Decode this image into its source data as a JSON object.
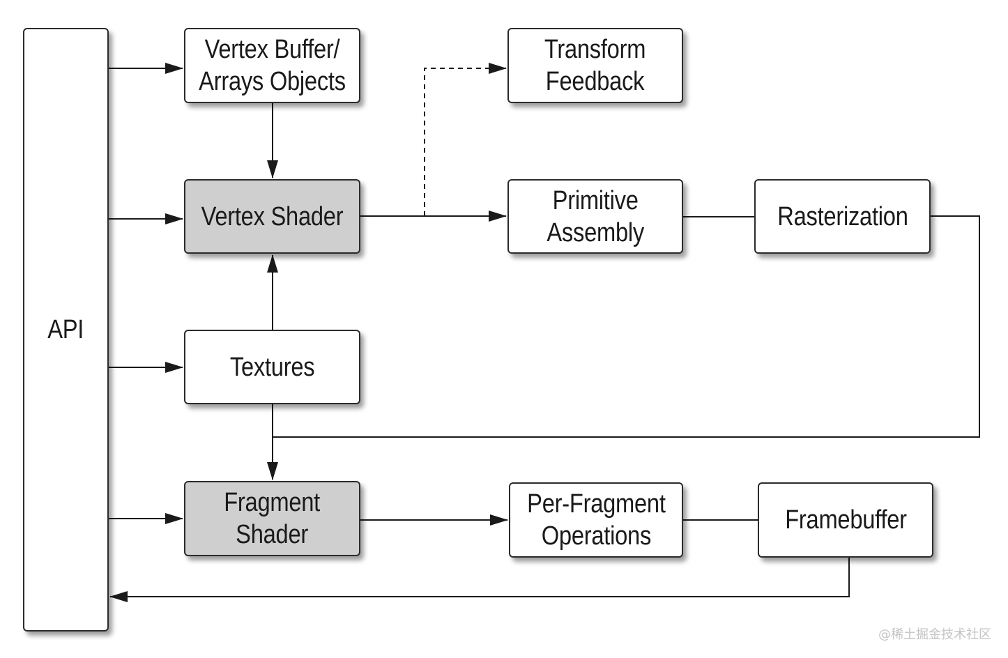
{
  "nodes": {
    "api": {
      "label": "API",
      "shaded": false
    },
    "vertex_buffer": {
      "label": "Vertex Buffer/\nArrays Objects",
      "shaded": false
    },
    "vertex_shader": {
      "label": "Vertex Shader",
      "shaded": true
    },
    "textures": {
      "label": "Textures",
      "shaded": false
    },
    "fragment_shader": {
      "label": "Fragment\nShader",
      "shaded": true
    },
    "transform_feedback": {
      "label": "Transform\nFeedback",
      "shaded": false
    },
    "primitive_assembly": {
      "label": "Primitive\nAssembly",
      "shaded": false
    },
    "rasterization": {
      "label": "Rasterization",
      "shaded": false
    },
    "per_fragment_ops": {
      "label": "Per-Fragment\nOperations",
      "shaded": false
    },
    "framebuffer": {
      "label": "Framebuffer",
      "shaded": false
    }
  },
  "edges": [
    {
      "from": "api",
      "to": "vertex_buffer",
      "style": "solid"
    },
    {
      "from": "api",
      "to": "vertex_shader",
      "style": "solid"
    },
    {
      "from": "api",
      "to": "textures",
      "style": "solid"
    },
    {
      "from": "api",
      "to": "fragment_shader",
      "style": "solid"
    },
    {
      "from": "vertex_buffer",
      "to": "vertex_shader",
      "style": "solid"
    },
    {
      "from": "textures",
      "to": "vertex_shader",
      "style": "solid"
    },
    {
      "from": "textures",
      "to": "fragment_shader",
      "style": "solid"
    },
    {
      "from": "vertex_shader",
      "to": "primitive_assembly",
      "style": "solid"
    },
    {
      "from": "vertex_shader",
      "to": "transform_feedback",
      "style": "dashed"
    },
    {
      "from": "primitive_assembly",
      "to": "rasterization",
      "style": "solid"
    },
    {
      "from": "rasterization",
      "to": "fragment_shader",
      "style": "solid"
    },
    {
      "from": "fragment_shader",
      "to": "per_fragment_ops",
      "style": "solid"
    },
    {
      "from": "per_fragment_ops",
      "to": "framebuffer",
      "style": "solid"
    },
    {
      "from": "framebuffer",
      "to": "api",
      "style": "solid"
    }
  ],
  "colors": {
    "stroke": "#1a1a1a",
    "shaded_fill": "#cfcfcf",
    "box_fill": "#ffffff",
    "watermark": "#c4c4c4"
  },
  "watermark": "@稀土掘金技术社区"
}
